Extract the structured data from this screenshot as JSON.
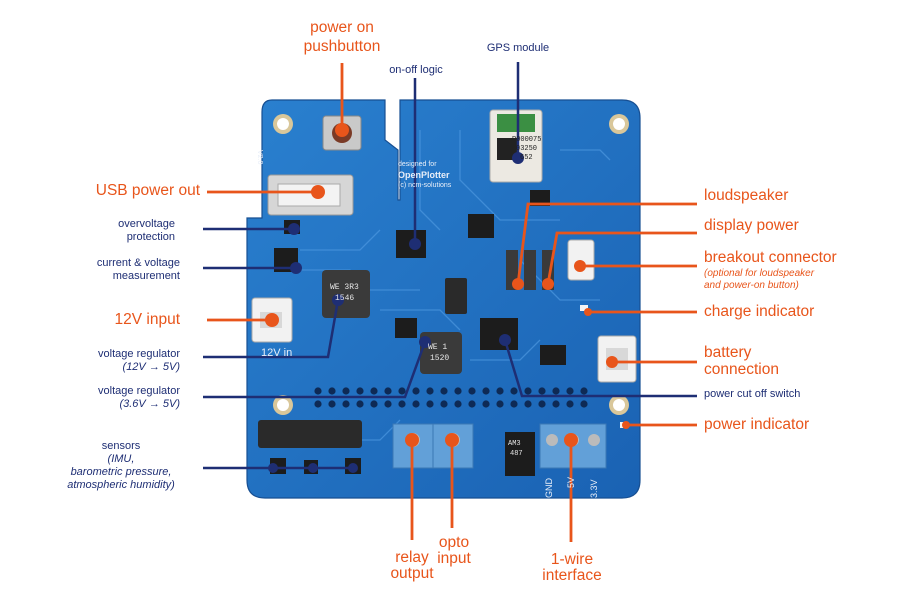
{
  "labels": {
    "power_on_pushbutton": [
      "power on",
      "pushbutton"
    ],
    "on_off_logic": "on-off logic",
    "gps_module": "GPS module",
    "usb_power_out": "USB power out",
    "overvoltage_protection": [
      "overvoltage",
      "protection"
    ],
    "current_voltage_measurement": [
      "current & voltage",
      "measurement"
    ],
    "input_12v": "12V input",
    "voltage_regulator_1": {
      "title": "voltage regulator",
      "sub": "(12V → 5V)"
    },
    "voltage_regulator_2": {
      "title": "voltage regulator",
      "sub": "(3.6V → 5V)"
    },
    "sensors": {
      "title": "sensors",
      "lines": [
        "(IMU,",
        "barometric pressure,",
        "atmospheric humidity)"
      ]
    },
    "loudspeaker": "loudspeaker",
    "display_power": "display power",
    "breakout_connector": {
      "title": "breakout connector",
      "sub": [
        "(optional for loudspeaker",
        "and power-on button)"
      ]
    },
    "charge_indicator": "charge indicator",
    "battery_connection": [
      "battery",
      "connection"
    ],
    "power_cut_off_switch": "power cut off switch",
    "power_indicator": "power indicator",
    "relay_output": [
      "relay",
      "output"
    ],
    "opto_input": [
      "opto",
      "input"
    ],
    "one_wire_interface": [
      "1-wire",
      "interface"
    ]
  },
  "board_text": {
    "designed_for": "designed for",
    "openplotter": "OpenPlotter",
    "copyright": "(c) ncm-solutions",
    "version": "V2.0",
    "input_12v_silk": "12V in",
    "gnd": "GND",
    "pin_5v": "5V",
    "pin_33v": "3.3V",
    "gps_chip_1": "P000075",
    "gps_chip_2": "03250",
    "gps_chip_3": "652",
    "inductor_1": [
      "WE 3R3",
      "1546"
    ],
    "inductor_2": [
      "WE 1",
      "1520"
    ],
    "ic_small": [
      "AM3",
      "487"
    ]
  },
  "colors": {
    "orange_accent": "#e8551b",
    "navy_text": "#1e2e74",
    "board_blue": "#1f6fc0",
    "terminal_blue": "#62a0d8"
  }
}
